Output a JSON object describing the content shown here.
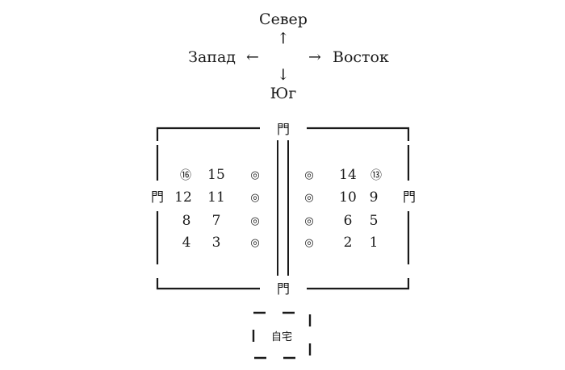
{
  "compass": {
    "north": "Север",
    "south": "Юг",
    "west": "Запад",
    "east": "Восток",
    "arrow_up": "↑",
    "arrow_down": "↓",
    "arrow_left": "←",
    "arrow_right": "→"
  },
  "gates": {
    "top": "門",
    "bottom": "門",
    "left": "門",
    "right": "門"
  },
  "house_label": "自宅",
  "left_block": {
    "rows": [
      [
        "⑯",
        "15",
        "◎"
      ],
      [
        "12",
        "11",
        "◎"
      ],
      [
        "8",
        "7",
        "◎"
      ],
      [
        "4",
        "3",
        "◎"
      ]
    ]
  },
  "right_block": {
    "rows": [
      [
        "◎",
        "14",
        "⑬"
      ],
      [
        "◎",
        "10",
        "9"
      ],
      [
        "◎",
        "6",
        "5"
      ],
      [
        "◎",
        "2",
        "1"
      ]
    ]
  }
}
